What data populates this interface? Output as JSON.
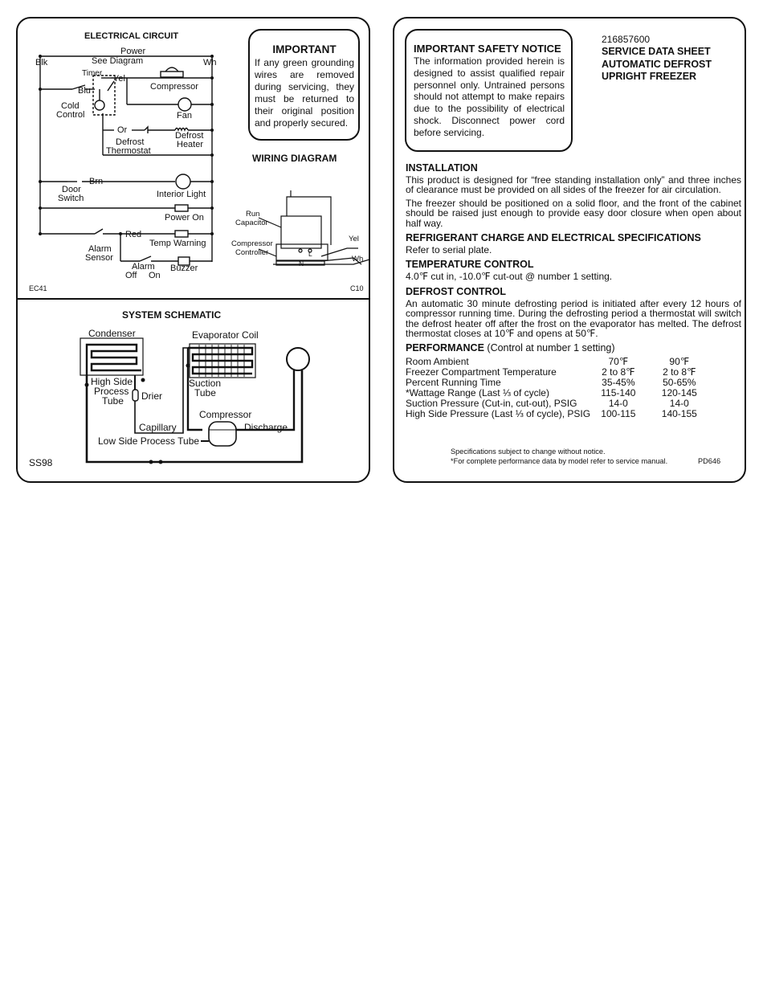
{
  "electrical_circuit": {
    "title": "ELECTRICAL CIRCUIT",
    "labels": {
      "power": "Power",
      "see_diagram": "See Diagram",
      "blk": "Blk",
      "wh": "Wh",
      "timer": "Timer",
      "yel": "Yel",
      "blu": "Blu",
      "compressor": "Compressor",
      "cold_control_1": "Cold",
      "cold_control_2": "Control",
      "fan": "Fan",
      "or": "Or",
      "defrost_heater_1": "Defrost",
      "defrost_heater_2": "Heater",
      "defrost_thermostat_1": "Defrost",
      "defrost_thermostat_2": "Thermostat",
      "brn": "Brn",
      "door_switch_1": "Door",
      "door_switch_2": "Switch",
      "interior_light": "Interior Light",
      "power_on": "Power On",
      "red": "Red",
      "temp_warning": "Temp Warning",
      "alarm_sensor_1": "Alarm",
      "alarm_sensor_2": "Sensor",
      "alarm": "Alarm",
      "off": "Off",
      "on": "On",
      "buzzer": "Buzzer",
      "code": "EC41"
    }
  },
  "important": {
    "title": "IMPORTANT",
    "body": "If any green grounding wires are removed during servicing, they must be returned to their original position and properly secured."
  },
  "wiring_diagram": {
    "title": "WIRING DIAGRAM",
    "labels": {
      "run_capacitor_1": "Run",
      "run_capacitor_2": "Capacitor",
      "compressor_controller_1": "Compressor",
      "compressor_controller_2": "Controller",
      "yel": "Yel",
      "wh": "Wh",
      "l": "L",
      "n": "N",
      "code": "C10"
    }
  },
  "system_schematic": {
    "title": "SYSTEM SCHEMATIC",
    "labels": {
      "condenser": "Condenser",
      "evaporator_coil": "Evaporator Coil",
      "high_side_1": "High Side",
      "high_side_2": "Process",
      "high_side_3": "Tube",
      "drier": "Drier",
      "suction_1": "Suction",
      "suction_2": "Tube",
      "compressor": "Compressor",
      "capillary": "Capillary",
      "discharge": "Discharge",
      "low_side": "Low Side Process Tube",
      "code": "SS98"
    }
  },
  "safety_notice": {
    "title": "IMPORTANT SAFETY NOTICE",
    "body": "The information provided herein is designed to assist qualified repair personnel only. Untrained persons should not attempt to make repairs due to the possibility of electrical shock. Disconnect power cord before servicing."
  },
  "document": {
    "part_number": "216857600",
    "title_1": "SERVICE DATA SHEET",
    "title_2": "AUTOMATIC DEFROST",
    "title_3": "UPRIGHT FREEZER"
  },
  "installation": {
    "heading": "INSTALLATION",
    "para1": "This product is designed for “free standing installation only” and three inches of clearance must be provided on all sides of the freezer for air circulation.",
    "para2": "The freezer should be positioned on a solid floor, and the front of the cabinet should be raised just enough to provide easy door closure when open about half way."
  },
  "refrigerant": {
    "heading": "REFRIGERANT CHARGE AND ELECTRICAL SPECIFICATIONS",
    "body": "Refer to serial plate."
  },
  "temperature_control": {
    "heading": "TEMPERATURE CONTROL",
    "body": "4.0℉ cut in, -10.0℉ cut-out @ number 1 setting."
  },
  "defrost_control": {
    "heading": "DEFROST CONTROL",
    "body": "An automatic 30 minute defrosting period is initiated after every 12 hours of compressor running time. During the defrosting period a thermostat will switch the defrost heater off after the frost on the evaporator has melted. The defrost thermostat closes at 10℉ and opens at 50℉."
  },
  "performance": {
    "heading": "PERFORMANCE",
    "subheading": "(Control at number 1 setting)",
    "rows": [
      {
        "label": "Room Ambient",
        "v1": "70℉",
        "v2": "90℉"
      },
      {
        "label": "Freezer Compartment Temperature",
        "v1": "2 to 8℉",
        "v2": "2 to 8℉"
      },
      {
        "label": "Percent Running Time",
        "v1": "35-45%",
        "v2": "50-65%"
      },
      {
        "label": "*Wattage Range (Last ⅓ of cycle)",
        "v1": "115-140",
        "v2": "120-145"
      },
      {
        "label": "Suction Pressure (Cut-in, cut-out), PSIG",
        "v1": "14-0",
        "v2": "14-0"
      },
      {
        "label": "High Side Pressure (Last ⅓ of cycle), PSIG",
        "v1": "100-115",
        "v2": "140-155"
      }
    ]
  },
  "footer": {
    "note1": "Specifications subject to change without notice.",
    "note2": "*For complete performance data by model refer to service manual.",
    "code": "PD646"
  }
}
